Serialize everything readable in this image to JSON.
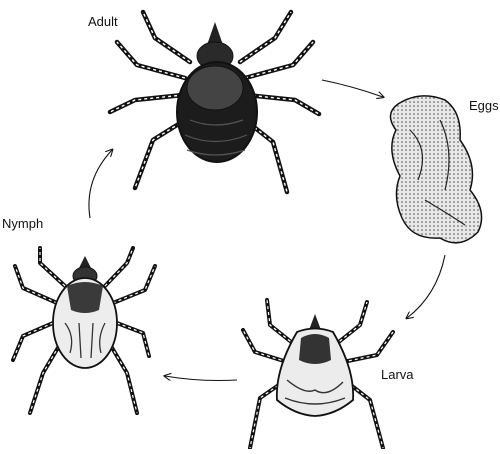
{
  "labels": {
    "adult": "Adult",
    "eggs": "Eggs",
    "nymph": "Nymph",
    "larva": "Larva"
  },
  "stages": [
    {
      "key": "adult",
      "icon": "adult-tick-icon"
    },
    {
      "key": "eggs",
      "icon": "egg-mass-icon"
    },
    {
      "key": "larva",
      "icon": "larva-tick-icon"
    },
    {
      "key": "nymph",
      "icon": "nymph-tick-icon"
    }
  ],
  "cycle_order": [
    "adult",
    "eggs",
    "larva",
    "nymph",
    "adult"
  ],
  "colors": {
    "ink": "#111111",
    "body_dark": "#1c1c1c",
    "body_light": "#f2f2f2",
    "background": "#ffffff"
  }
}
